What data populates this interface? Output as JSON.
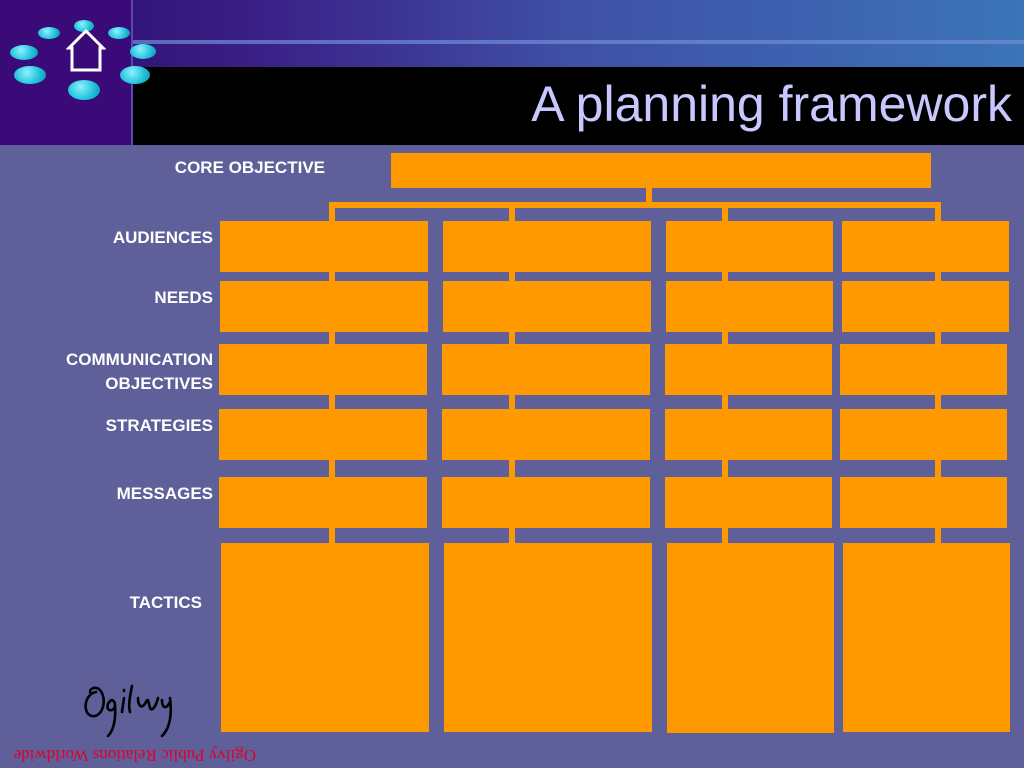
{
  "slide": {
    "title": "A planning framework",
    "footer_text": "Ogilvy Public Relations Worldwide",
    "signature_text": "Ogilvy"
  },
  "rows": {
    "core_objective": "CORE OBJECTIVE",
    "audiences": "AUDIENCES",
    "needs": "NEEDS",
    "communication_objectives_line1": "COMMUNICATION",
    "communication_objectives_line2": "OBJECTIVES",
    "strategies": "STRATEGIES",
    "messages": "MESSAGES",
    "tactics": "TACTICS"
  },
  "colors": {
    "box": "#ff9900",
    "background": "#5f5f99",
    "title": "#c8c8ff",
    "footer": "#e0002a"
  },
  "icons": [
    "home-icon",
    "logo-dots",
    "ogilvy-signature"
  ]
}
